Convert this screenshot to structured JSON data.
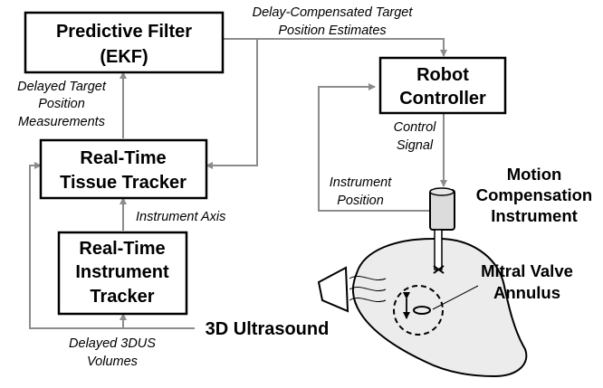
{
  "blocks": {
    "predictive_filter": {
      "line1": "Predictive Filter",
      "line2": "(EKF)"
    },
    "robot_controller": {
      "line1": "Robot",
      "line2": "Controller"
    },
    "tissue_tracker": {
      "line1": "Real-Time",
      "line2": "Tissue Tracker"
    },
    "instrument_tracker": {
      "line1": "Real-Time",
      "line2": "Instrument",
      "line3": "Tracker"
    }
  },
  "signals": {
    "delay_compensated": {
      "line1": "Delay-Compensated Target",
      "line2": "Position Estimates"
    },
    "delayed_target": {
      "line1": "Delayed Target",
      "line2": "Position",
      "line3": "Measurements"
    },
    "control_signal": {
      "line1": "Control",
      "line2": "Signal"
    },
    "instrument_position": {
      "line1": "Instrument",
      "line2": "Position"
    },
    "instrument_axis": "Instrument Axis",
    "delayed_3dus": {
      "line1": "Delayed 3DUS",
      "line2": "Volumes"
    }
  },
  "labels": {
    "motion_compensation": {
      "line1": "Motion",
      "line2": "Compensation",
      "line3": "Instrument"
    },
    "mitral_valve": {
      "line1": "Mitral Valve",
      "line2": "Annulus"
    },
    "ultrasound": "3D Ultrasound"
  },
  "colors": {
    "arrow": "#8c8c8c",
    "heart_fill": "#ececec",
    "instrument_fill": "#dcdcdc",
    "box_border": "#000000"
  }
}
